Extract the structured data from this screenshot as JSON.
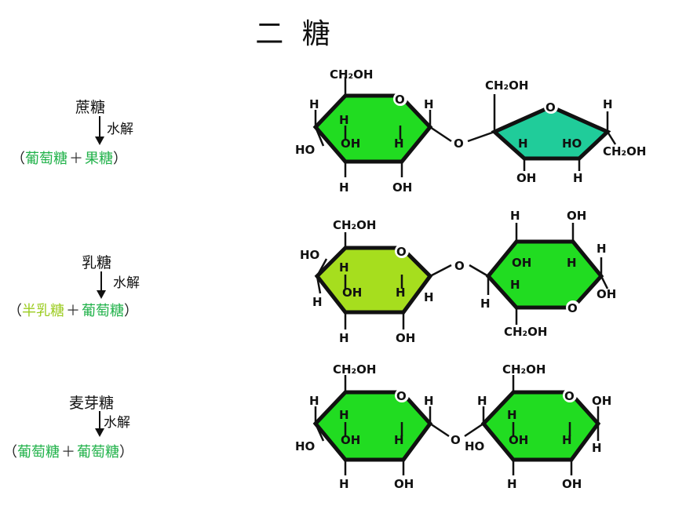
{
  "title": "二  糖",
  "hydrolysis_label": "水解",
  "sugars": [
    {
      "name": "蔗糖",
      "products": [
        "葡萄糖",
        "果糖"
      ]
    },
    {
      "name": "乳糖",
      "products": [
        "半乳糖",
        "葡萄糖"
      ]
    },
    {
      "name": "麦芽糖",
      "products": [
        "葡萄糖",
        "葡萄糖"
      ]
    }
  ],
  "colors": {
    "glucose": "#21dc21",
    "fructose": "#20cc9a",
    "galactose": "#a6de1e",
    "product_text": "#21b24a",
    "galactose_text": "#9ccc22"
  },
  "atom_labels": {
    "ch2oh": "CH₂OH",
    "oh": "OH",
    "ho": "HO",
    "h": "H",
    "o": "O"
  }
}
